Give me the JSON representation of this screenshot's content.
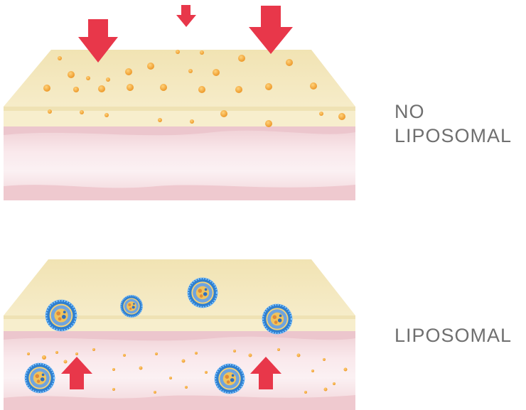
{
  "panels": {
    "top": {
      "label_line1": "NO",
      "label_line2": "LIPOSOMAL"
    },
    "bottom": {
      "label": "LIPOSOMAL"
    }
  },
  "colors": {
    "arrow": "#e8374a",
    "skin_top": "#f3e7bd",
    "skin_band": "#f7ecc7",
    "dermis": "#f1d2d7",
    "vessel": "#f9eef0",
    "particle": "#f0a030",
    "liposome_shell": "#3d8fd6",
    "liposome_core": "#f1c85a"
  },
  "icons": {
    "down_arrow": "arrow-down-icon",
    "up_arrow": "arrow-up-icon",
    "liposome": "liposome-icon"
  }
}
